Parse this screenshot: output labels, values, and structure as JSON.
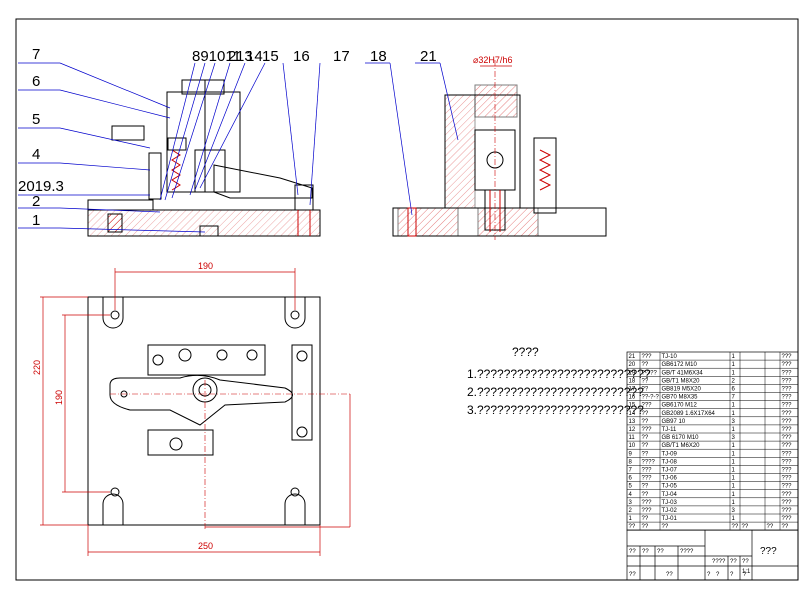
{
  "part_labels": [
    "7",
    "6",
    "5",
    "4",
    "2019.3",
    "2",
    "1",
    "891011",
    "2",
    "13",
    "14",
    "15",
    "16",
    "17",
    "18",
    "21"
  ],
  "dimensions": {
    "width_top": "190",
    "height_left": "220",
    "height_inner": "190",
    "width_bottom": "250",
    "fit_tolerance": "⌀32H7/h6"
  },
  "notes": {
    "heading": "????",
    "items": [
      "1.??????????????????????????",
      "2.?????????????????????????",
      "3.?????????????????????????"
    ]
  },
  "bom_rows": [
    [
      "21",
      "???",
      "TJ-10",
      "1",
      "",
      "",
      "???"
    ],
    [
      "20",
      "??",
      "GB6172 M10",
      "1",
      "",
      "",
      "???"
    ],
    [
      "19",
      "?-???",
      "GB/T 41M6X34",
      "1",
      "",
      "",
      "???"
    ],
    [
      "18",
      "??",
      "GB/T1 M8X20",
      "2",
      "",
      "",
      "???"
    ],
    [
      "17",
      "??",
      "GB819 M5X20",
      "6",
      "",
      "",
      "???"
    ],
    [
      "16",
      "??-?-?",
      "GB70 M8X35",
      "7",
      "",
      "",
      "???"
    ],
    [
      "15",
      "???",
      "GB6170 M12",
      "1",
      "",
      "",
      "???"
    ],
    [
      "14",
      "??",
      "GB2089 1.6X17X64",
      "1",
      "",
      "",
      "???"
    ],
    [
      "13",
      "??",
      "GB97 10",
      "3",
      "",
      "",
      "???"
    ],
    [
      "12",
      "???",
      "TJ-11",
      "1",
      "",
      "",
      "???"
    ],
    [
      "11",
      "??",
      "GB 6170 M10",
      "3",
      "",
      "",
      "???"
    ],
    [
      "10",
      "??",
      "GB/T1 M6X20",
      "1",
      "",
      "",
      "???"
    ],
    [
      "9",
      "??",
      "TJ-09",
      "1",
      "",
      "",
      "???"
    ],
    [
      "8",
      "????",
      "TJ-08",
      "1",
      "",
      "",
      "???"
    ],
    [
      "7",
      "???",
      "TJ-07",
      "1",
      "",
      "",
      "???"
    ],
    [
      "6",
      "???",
      "TJ-06",
      "1",
      "",
      "",
      "???"
    ],
    [
      "5",
      "??",
      "TJ-05",
      "1",
      "",
      "",
      "???"
    ],
    [
      "4",
      "??",
      "TJ-04",
      "1",
      "",
      "",
      "???"
    ],
    [
      "3",
      "???",
      "TJ-03",
      "1",
      "",
      "",
      "???"
    ],
    [
      "2",
      "???",
      "TJ-02",
      "3",
      "",
      "",
      "???"
    ],
    [
      "1",
      "??",
      "TJ-01",
      "1",
      "",
      "",
      "???"
    ],
    [
      "??",
      "??",
      "??",
      "??",
      "??",
      "??",
      "??"
    ]
  ],
  "title_block": {
    "name": "???",
    "row1": [
      "??",
      "??",
      "??",
      "????",
      "??",
      "????"
    ],
    "row2": [
      "????",
      "??",
      "??"
    ],
    "row3": [
      "??",
      "??",
      "?",
      "?",
      "?",
      "?"
    ],
    "scale": "1:1"
  },
  "colors": {
    "line": "#000000",
    "leader": "#0000cc",
    "dimension": "#cc0000",
    "hatch": "#cc0000"
  }
}
